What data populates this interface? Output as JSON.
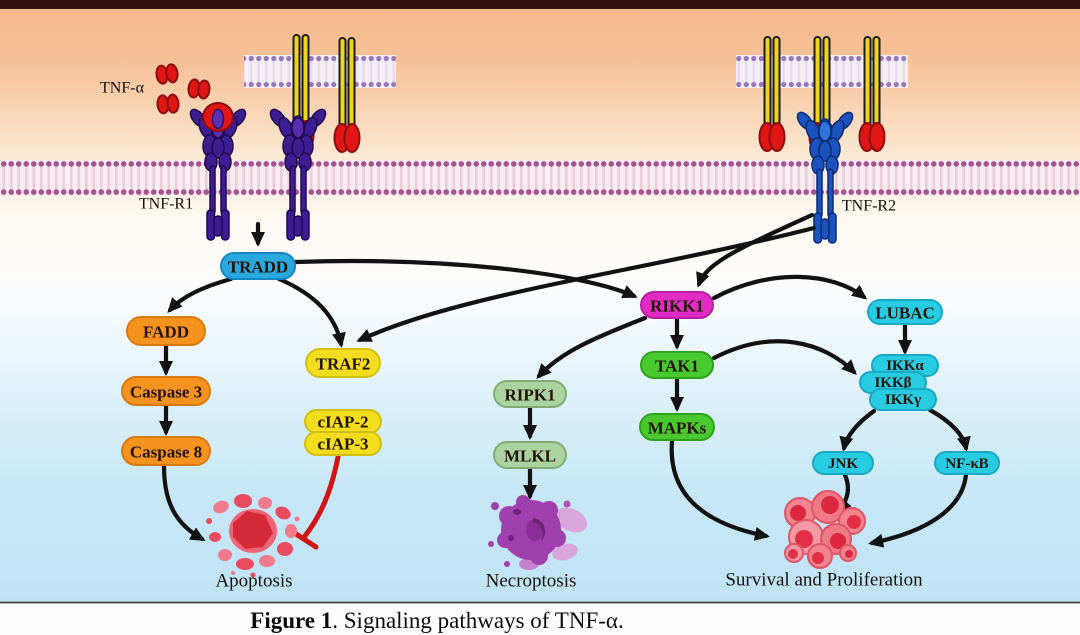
{
  "figure": {
    "caption_bold": "Figure 1",
    "caption_rest": ". Signaling pathways of TNF-α."
  },
  "ligand": {
    "tnf_alpha": "TNF-α"
  },
  "receptors": {
    "tnf_r1": "TNF-R1",
    "tnf_r2": "TNF-R2"
  },
  "nodes": {
    "tradd": "TRADD",
    "fadd": "FADD",
    "caspase3": "Caspase 3",
    "caspase8": "Caspase 8",
    "traf2": "TRAF2",
    "ciap2": "cIAP-2",
    "ciap3": "cIAP-3",
    "ripk1": "RIPK1",
    "mlkl": "MLKL",
    "rikk1": "RIKK1",
    "tak1": "TAK1",
    "mapks": "MAPKs",
    "lubac": "LUBAC",
    "ikka": "IKKα",
    "ikkb": "IKKβ",
    "ikkg": "IKKγ",
    "jnk": "JNK",
    "nfkb": "NF-κB"
  },
  "outcomes": {
    "apoptosis": "Apoptosis",
    "necroptosis": "Necroptosis",
    "survival": "Survival and Proliferation"
  },
  "colors": {
    "tradd_blue": "#2aa9e0",
    "orange": "#f6921e",
    "yellow": "#f2de1f",
    "pale_green": "#abd3a0",
    "magenta": "#e02cc4",
    "green": "#49c92f",
    "cyan": "#27cbe2",
    "inhibition_red": "#d11414",
    "arrow_black": "#121212"
  }
}
